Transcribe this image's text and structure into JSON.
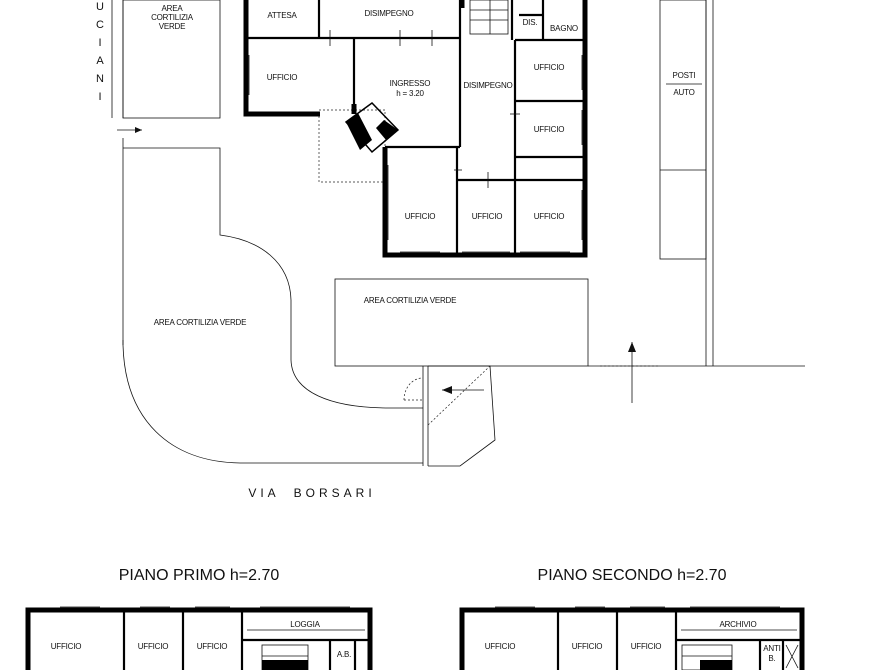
{
  "street_vertical_letters": [
    "U",
    "C",
    "I",
    "A",
    "N",
    "I"
  ],
  "street_bottom": "VIA  BORSARI",
  "parking_label_1": "POSTI",
  "parking_label_2": "AUTO",
  "ground_floor": {
    "attesa": "ATTESA",
    "disimpegno_top": "DISIMPEGNO",
    "dis": "DIS.",
    "bagno": "BAGNO",
    "ufficio_left": "UFFICIO",
    "ingresso": "INGRESSO",
    "ingresso_h": "h = 3.20",
    "disimpegno_mid": "DISIMPEGNO",
    "ufficio_r1": "UFFICIO",
    "ufficio_r2": "UFFICIO",
    "ufficio_b1": "UFFICIO",
    "ufficio_b2": "UFFICIO",
    "ufficio_b3": "UFFICIO"
  },
  "area_top_1": "AREA",
  "area_top_2": "CORTILIZIA",
  "area_top_3": "VERDE",
  "area_center": "AREA CORTILIZIA VERDE",
  "area_left": "AREA CORTILIZIA VERDE",
  "first_floor": {
    "title": "PIANO PRIMO h=2.70",
    "ufficio_1": "UFFICIO",
    "ufficio_2": "UFFICIO",
    "ufficio_3": "UFFICIO",
    "loggia": "LOGGIA",
    "ab": "A.B."
  },
  "second_floor": {
    "title": "PIANO SECONDO h=2.70",
    "ufficio_1": "UFFICIO",
    "ufficio_2": "UFFICIO",
    "ufficio_3": "UFFICIO",
    "archivio": "ARCHIVIO",
    "anti": "ANTI",
    "b": "B."
  }
}
